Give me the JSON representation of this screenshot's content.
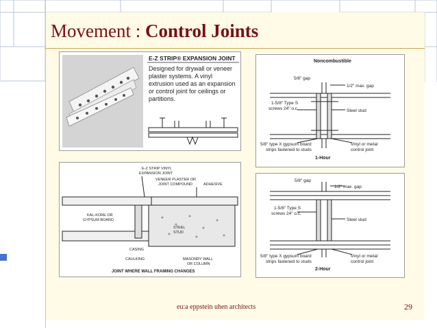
{
  "slide": {
    "title_prefix": "Movement : ",
    "title_main": "Control Joints",
    "footer_credit": "eu:a   eppstein uhen architects",
    "page_number": "29"
  },
  "figure_top_left": {
    "heading": "E-Z STRIP® EXPANSION JOINT",
    "description_lines": [
      "Designed for drywall or veneer",
      "plaster systems.  A vinyl",
      "extrusion used as an expansion",
      "or control joint for ceilings or",
      "partitions."
    ]
  },
  "figure_top_right": {
    "top_label": "Noncombustible",
    "gap_label": "5/8\" gap",
    "max_gap_label": "1/2\" max. gap",
    "screws_label_1": "1-5/8\" Type S",
    "screws_label_2": "screws 24\" o.c.",
    "stud_label": "Steel stud",
    "board_label_1": "5/8\" type X gypsum board",
    "board_label_2": "strips fastened to studs",
    "joint_label_1": "Vinyl or metal",
    "joint_label_2": "control joint",
    "rating": "1-Hour"
  },
  "figure_bottom_left": {
    "joint_label_1": "E-Z STRIP VINYL",
    "joint_label_2": "EXPANSION JOINT",
    "veneer_label_1": "VENEER PLASTER OR",
    "veneer_label_2": "JOINT COMPOUND",
    "adhesive_label": "ADHESIVE",
    "board_label_1": "KAL-KORE OR",
    "board_label_2": "GYPSUM BOARD",
    "stud_label_1": "STEEL",
    "stud_label_2": "STUD",
    "casing_label": "CASING",
    "caulking_label": "CAULKING",
    "masonry_label_1": "MASONRY WALL",
    "masonry_label_2": "OR COLUMN",
    "caption": "JOINT WHERE WALL FRAMING CHANGES"
  },
  "figure_bottom_right": {
    "gap_label": "5/8\" gap",
    "max_gap_label": "1/2\" max. gap",
    "screws_label_1": "1-5/8\" Type S",
    "screws_label_2": "screws 24\" o.c.",
    "stud_label": "Steel stud",
    "board_label_1": "5/8\" type X gypsum board",
    "board_label_2": "strips fastened to studs",
    "joint_label_1": "Vinyl or metal",
    "joint_label_2": "control joint",
    "rating": "2-Hour"
  },
  "colors": {
    "title": "#7a0e16",
    "content_bg": "#fffbe6",
    "accent_square": "#4a6fd0"
  }
}
